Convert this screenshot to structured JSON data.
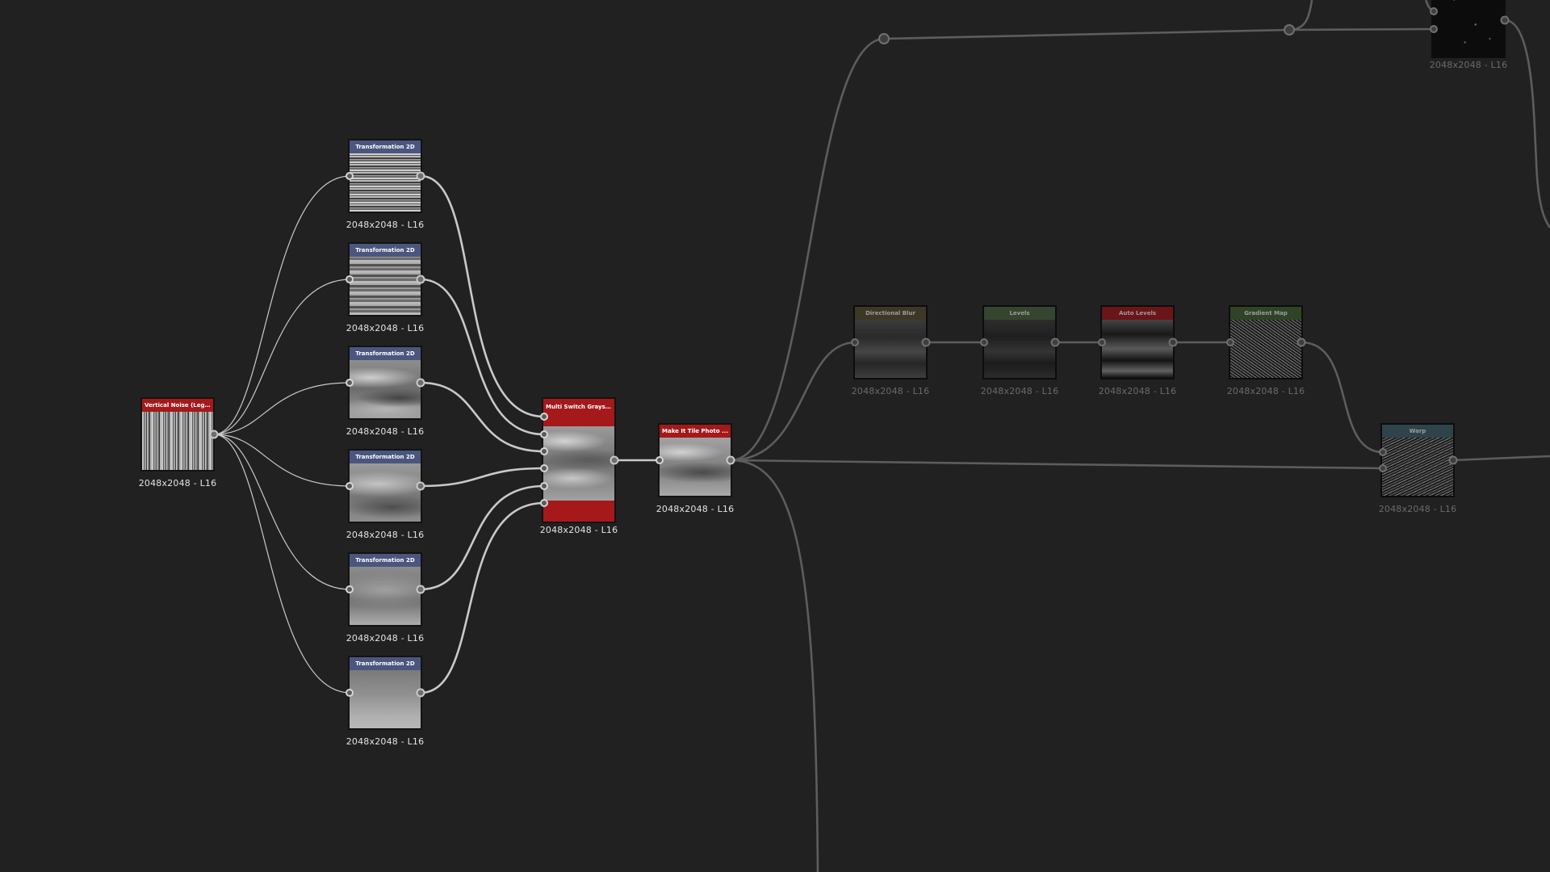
{
  "colors": {
    "canvas_background": "#212121",
    "wire": "#c9c9c9",
    "wire_dim": "#5d5d5d",
    "header_transform": "#4a567e",
    "header_red": "#a5191b",
    "header_directional_blur": "#3d3826",
    "header_levels": "#35452f",
    "header_auto_levels": "#6a1518",
    "header_gradient_map": "#2f4426",
    "header_warp": "#2e434a"
  },
  "graph": {
    "nodes": {
      "vertical_noise": {
        "title": "Vertical Noise (Leg...",
        "resolution": "2048x2048 - L16",
        "icon": "vertical-noise-texture"
      },
      "transform_1": {
        "title": "Transformation 2D",
        "resolution": "2048x2048 - L16"
      },
      "transform_2": {
        "title": "Transformation 2D",
        "resolution": "2048x2048 - L16"
      },
      "transform_3": {
        "title": "Transformation 2D",
        "resolution": "2048x2048 - L16"
      },
      "transform_4": {
        "title": "Transformation 2D",
        "resolution": "2048x2048 - L16"
      },
      "transform_5": {
        "title": "Transformation 2D",
        "resolution": "2048x2048 - L16"
      },
      "transform_6": {
        "title": "Transformation 2D",
        "resolution": "2048x2048 - L16"
      },
      "multi_switch": {
        "title": "Multi Switch Grays ...",
        "resolution": "2048x2048 - L16"
      },
      "make_it_tile": {
        "title": "Make It Tile Photo ...",
        "resolution": "2048x2048 - L16"
      },
      "directional_blur": {
        "title": "Directional Blur",
        "resolution": "2048x2048 - L16"
      },
      "levels": {
        "title": "Levels",
        "resolution": "2048x2048 - L16"
      },
      "auto_levels": {
        "title": "Auto Levels",
        "resolution": "2048x2048 - L16"
      },
      "gradient_map": {
        "title": "Gradient Map",
        "resolution": "2048x2048 - L16"
      },
      "warp": {
        "title": "Warp",
        "resolution": "2048x2048 - L16"
      },
      "top_right": {
        "title": "",
        "resolution": "2048x2048 - L16"
      }
    },
    "links": [
      {
        "from": "vertical_noise",
        "to": "transform_1"
      },
      {
        "from": "vertical_noise",
        "to": "transform_2"
      },
      {
        "from": "vertical_noise",
        "to": "transform_3"
      },
      {
        "from": "vertical_noise",
        "to": "transform_4"
      },
      {
        "from": "vertical_noise",
        "to": "transform_5"
      },
      {
        "from": "vertical_noise",
        "to": "transform_6"
      },
      {
        "from": "transform_1",
        "to": "multi_switch"
      },
      {
        "from": "transform_2",
        "to": "multi_switch"
      },
      {
        "from": "transform_3",
        "to": "multi_switch"
      },
      {
        "from": "transform_4",
        "to": "multi_switch"
      },
      {
        "from": "transform_5",
        "to": "multi_switch"
      },
      {
        "from": "transform_6",
        "to": "multi_switch"
      },
      {
        "from": "multi_switch",
        "to": "make_it_tile"
      },
      {
        "from": "make_it_tile",
        "to": "directional_blur"
      },
      {
        "from": "directional_blur",
        "to": "levels"
      },
      {
        "from": "levels",
        "to": "auto_levels"
      },
      {
        "from": "auto_levels",
        "to": "gradient_map"
      },
      {
        "from": "gradient_map",
        "to": "warp"
      },
      {
        "from": "make_it_tile",
        "to": "warp"
      },
      {
        "from": "make_it_tile",
        "to": "top_right"
      }
    ]
  }
}
